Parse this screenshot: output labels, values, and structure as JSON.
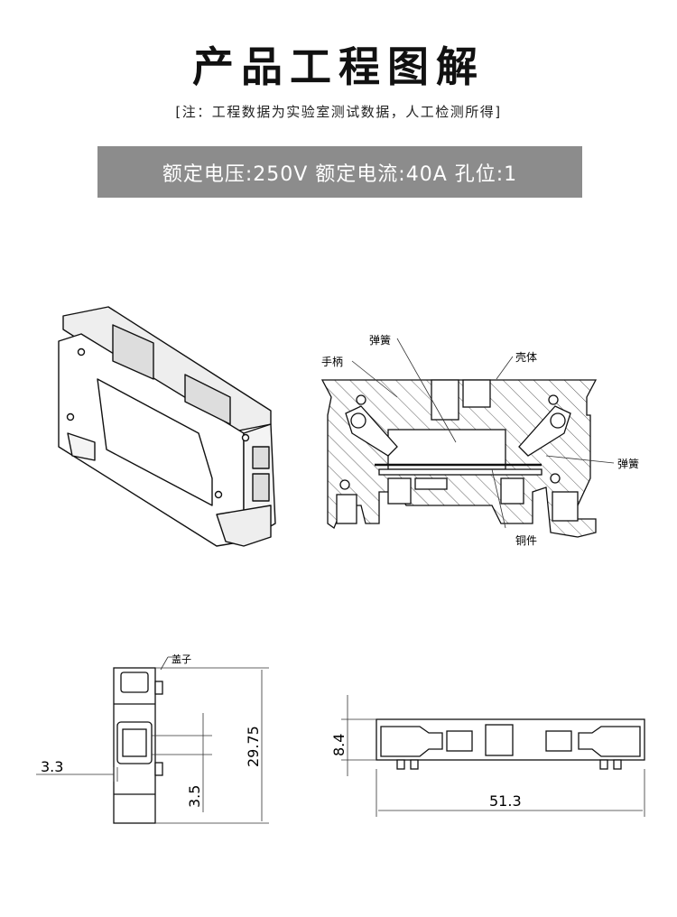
{
  "header": {
    "title": "产品工程图解",
    "note": "[注：工程数据为实验室测试数据，人工检测所得]"
  },
  "spec_band": {
    "text": "额定电压:250V 额定电流:40A 孔位:1"
  },
  "section_view": {
    "labels": {
      "spring_top": "弹簧",
      "handle": "手柄",
      "housing": "壳体",
      "spring_right": "弹簧",
      "copper": "铜件"
    }
  },
  "side_view": {
    "cover_label": "盖子",
    "dim_width": "3.3",
    "dim_height": "29.75",
    "dim_slot": "3.5"
  },
  "top_view": {
    "dim_height": "8.4",
    "dim_length": "51.3"
  },
  "colors": {
    "band": "#8c8c8c",
    "line": "#111111"
  }
}
